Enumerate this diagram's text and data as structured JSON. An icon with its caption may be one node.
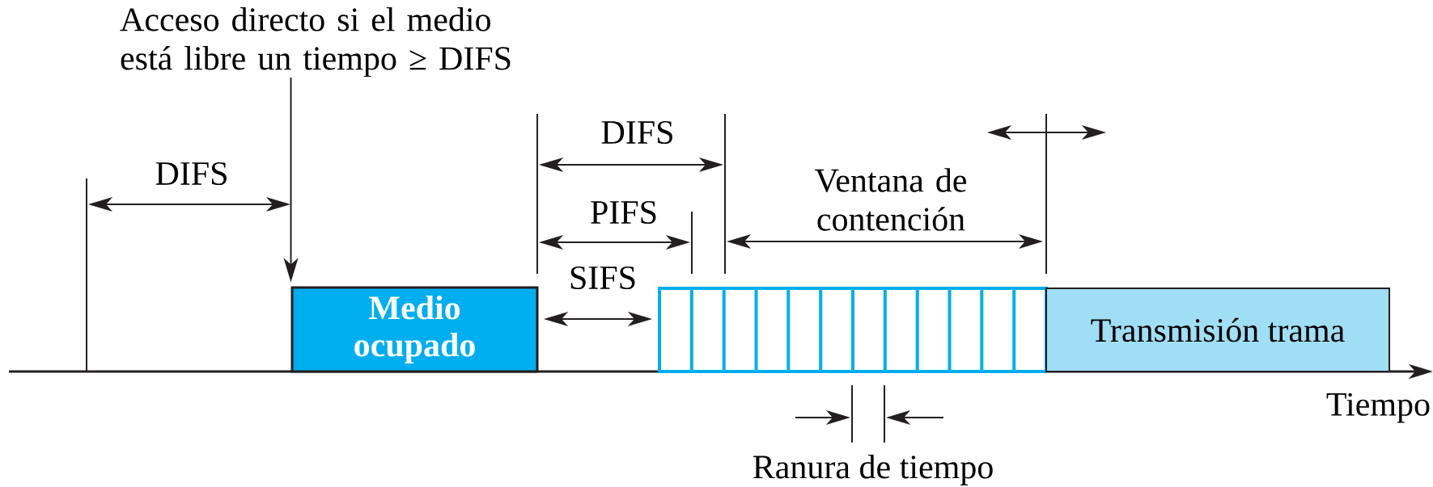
{
  "diagram": {
    "nodes": [
      {
        "text": [
          "Acceso directo si el medio está libre un tiempo ≥ DIFS"
        ]
      },
      {
        "text": [
          "Medio ocupado"
        ]
      },
      {
        "text": [],
        "shape": "box"
      },
      {
        "text": [
          "Transmisión trama"
        ]
      }
    ],
    "edges": [
      {
        "from": 0,
        "to": 1,
        "arrow": "to"
      }
    ],
    "labels": [
      "DIFS",
      "DIFS",
      "PIFS",
      "Ventana de contención",
      "SIFS",
      "Tiempo",
      "Ranura de tiempo"
    ]
  }
}
